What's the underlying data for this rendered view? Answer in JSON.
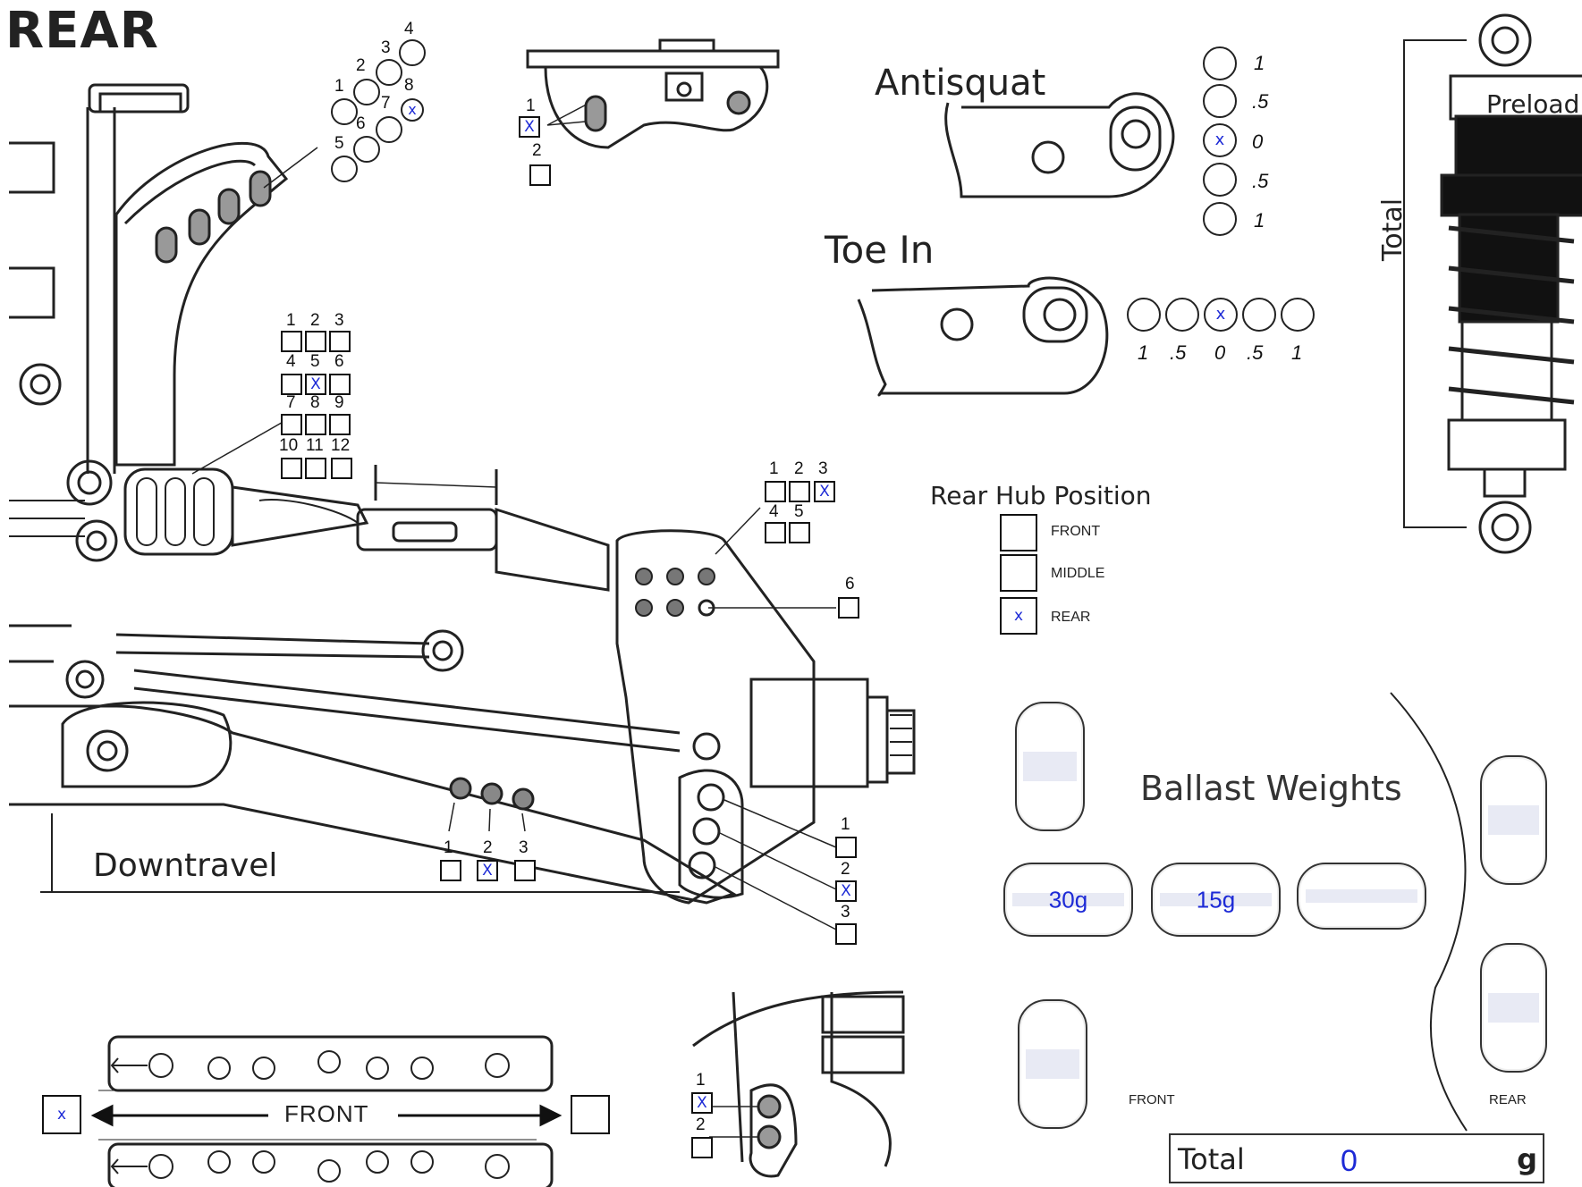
{
  "page": {
    "title": "REAR"
  },
  "shock_mount": {
    "holes": [
      "1",
      "2",
      "3",
      "4",
      "5",
      "6",
      "7",
      "8"
    ],
    "selected": "8"
  },
  "top_bracket": {
    "options": [
      "1",
      "2"
    ],
    "selected": "1"
  },
  "antisquat": {
    "title": "Antisquat",
    "options": [
      "1",
      ".5",
      "0",
      ".5",
      "1"
    ],
    "selected_index": 2
  },
  "toe_in": {
    "title": "Toe In",
    "options": [
      "1",
      ".5",
      "0",
      ".5",
      "1"
    ],
    "selected_index": 2
  },
  "shock": {
    "preload_label": "Preload",
    "total_label": "Total"
  },
  "camber_link_inner": {
    "options": [
      "1",
      "2",
      "3",
      "4",
      "5",
      "6",
      "7",
      "8",
      "9",
      "10",
      "11",
      "12"
    ],
    "selected": "5"
  },
  "camber_link_outer": {
    "options": [
      "1",
      "2",
      "3",
      "4",
      "5",
      "6"
    ],
    "selected": "3"
  },
  "rear_hub_position": {
    "title": "Rear Hub Position",
    "options": [
      "FRONT",
      "MIDDLE",
      "REAR"
    ],
    "selected": "REAR"
  },
  "downtravel": {
    "label": "Downtravel"
  },
  "arm_holes": {
    "options": [
      "1",
      "2",
      "3"
    ],
    "selected": "2"
  },
  "hub_holes": {
    "options": [
      "1",
      "2",
      "3"
    ],
    "selected": "2"
  },
  "ballast": {
    "title": "Ballast Weights",
    "slots_values": [
      "30g",
      "15g"
    ],
    "front_label": "FRONT",
    "rear_label": "REAR",
    "total_label": "Total",
    "total_value": "0",
    "total_unit": "g"
  },
  "chassis_plate": {
    "front_label": "FRONT",
    "left_check": "x",
    "right_check": ""
  },
  "lower_bracket": {
    "options": [
      "1",
      "2"
    ],
    "selected": "1"
  },
  "check_mark": "X"
}
